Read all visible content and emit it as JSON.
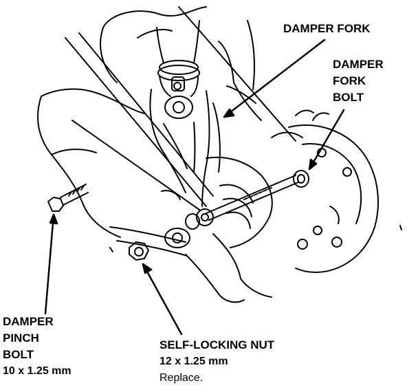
{
  "diagram": {
    "colors": {
      "ink": "#000000",
      "paper": "#ffffff"
    },
    "callouts": {
      "damper_fork": {
        "lines": [
          "DAMPER FORK"
        ]
      },
      "damper_fork_bolt": {
        "lines": [
          "DAMPER",
          "FORK",
          "BOLT"
        ]
      },
      "damper_pinch_bolt": {
        "lines": [
          "DAMPER",
          "PINCH",
          "BOLT"
        ],
        "spec": "10 x 1.25 mm"
      },
      "self_locking_nut": {
        "lines": [
          "SELF-LOCKING NUT"
        ],
        "spec": "12 x 1.25 mm",
        "note": "Replace."
      }
    }
  }
}
